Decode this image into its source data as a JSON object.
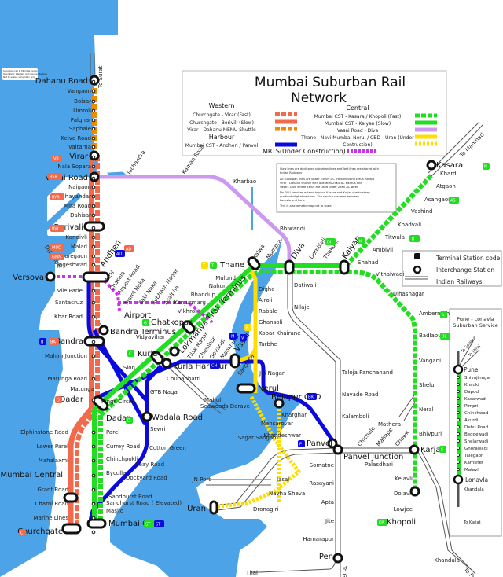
{
  "title": "Mumbai Suburban Rail Network",
  "colors": {
    "water": "#4da3e8",
    "western_fast": "#f26a4b",
    "western_slow": "#f26a4b",
    "virar_dahanu": "#f08a00",
    "harbour": "#0a0adf",
    "central": "#22dd22",
    "vasai_diva": "#cc99ee",
    "thane_nerul": "#ffdd00",
    "mrts": "#cc33ee",
    "railways": "#555555"
  },
  "legend": {
    "western_heading": "Western",
    "western": [
      {
        "label": "Churchgate - Virar (Fast)",
        "style": "dashed",
        "color": "#f26a4b"
      },
      {
        "label": "Churchgate - Borivili (Slow)",
        "style": "solid",
        "color": "#f26a4b"
      },
      {
        "label": "Virar - Dahanu MEMU Shuttle",
        "style": "dashed",
        "color": "#f08a00"
      }
    ],
    "harbour_heading": "Harbour",
    "harbour": [
      {
        "label": "Mumbai CST - Andheri / Panvel",
        "style": "solid",
        "color": "#0a0adf"
      }
    ],
    "central_heading": "Central",
    "central": [
      {
        "label": "Mumbai CST - Kasara / Khopoli (Fast)",
        "style": "dashed",
        "color": "#22dd22"
      },
      {
        "label": "Mumbai CST - Kalyan (Slow)",
        "style": "solid",
        "color": "#22dd22"
      },
      {
        "label": "Vasai Road - Diva",
        "style": "solid",
        "color": "#cc99ee"
      },
      {
        "label": "Thane - Navi Mumbai Nerul / CBD - Uran (Under",
        "style": "solid",
        "color": "#ffdd00"
      },
      {
        "label": "Contruction)",
        "style": "dotted",
        "color": "#ffdd00"
      }
    ],
    "mrts_label": "MRTS(Under Construction)"
  },
  "notes": {
    "line1": "Slow lines are dedicated suburban lines and fast lines are shared with",
    "line2": "Indian Railways",
    "line3": "All suburban lines are under 1500V DC traction using EMUs except",
    "line4": "Virar - Dahanu Shuttle with operates 25KV AC MEMUs and",
    "line5": "Vasai - Diva where EMUs are used under 25KV AC wires",
    "line6": "No EMU services extend beyond Kasara and Karjat due to steep",
    "line7": "gradient of ghat sections. The service resumes between",
    "line8": "Lonavla and Pune",
    "line9": "This is a schematic map not to scale"
  },
  "key": {
    "terminal": "Terminal Station code",
    "interchange": "Interchange Station",
    "railways": "Indian Railways"
  },
  "corner_note": {
    "l1": "Suburban rail in Mumbai region",
    "l2": "Operating: Western and Central Railway",
    "l3": "Not to scale - schematic only"
  },
  "directions": {
    "to_surat": "To Surat",
    "to_manmad": "To Manmad",
    "to_goa": "To Goa",
    "to_pune": "To Pune",
    "to_solapur": "To Solapur",
    "to_miraj": "To Miraj",
    "to_karjat": "To Karjat"
  },
  "stations": {
    "western": [
      "Dahanu Road",
      "Vangaon",
      "Boisar",
      "Umroli",
      "Palghar",
      "Saphale",
      "Kelve Road",
      "Vaitarna",
      "Virar",
      "Nala Sopara",
      "Vasai Road",
      "Naigaon",
      "Bhayandar",
      "Mira Road",
      "Dahisar",
      "Borivali",
      "Kandivli",
      "Malad",
      "Goregaon",
      "Jogeshwari",
      "Andheri",
      "Vile Parle",
      "Santacruz",
      "Khar Road",
      "Bandra",
      "Mahim Junction",
      "Matunga Road",
      "Dadar",
      "Elphinstone Road",
      "Lower Parel",
      "Mahalaxmi",
      "Mumbai Central",
      "Grant Road",
      "Charni Road",
      "Marine Lines",
      "Churchgate"
    ],
    "western_codes": {
      "Virar": "VR",
      "Vasai Road": "BSR",
      "Bhayandar": "BYR",
      "Borivali": "BVI",
      "Malad": "MDD",
      "Goregaon": "GMN",
      "Bandra": "BA",
      "Dadar": "D",
      "Churchgate": "C",
      "Andheri": "AD"
    },
    "central": [
      "Mumbai CST",
      "Masjid",
      "Sandhurst Road",
      "Byculla",
      "Chinchpokli",
      "Currey Road",
      "Parel",
      "Dadar",
      "Matunga",
      "Sion",
      "Kurla",
      "Vidyavihar",
      "Ghatkopar",
      "Vikhroli",
      "Kanjurmarg",
      "Bhandup",
      "Nahur",
      "Mulund",
      "Thane",
      "Kalwa",
      "Mumbra",
      "Diva",
      "Dombivli",
      "Thakurli",
      "Kalyan",
      "Shahad",
      "Ambivli",
      "Titwala",
      "Khadvali",
      "Vashind",
      "Asangaon",
      "Atgaon",
      "Khardi",
      "Kasara",
      "Vithalwadi",
      "Ulhasnagar",
      "Ambernath",
      "Badlapur",
      "Vangani",
      "Shelu",
      "Neral",
      "Bhivpuri",
      "Karjat",
      "Palasdhari",
      "Kelavli",
      "Dolavli",
      "Lowjee",
      "Khopoli"
    ],
    "central_codes": {
      "Mumbai CST": "ST",
      "Dadar": "D",
      "Kurla": "C",
      "Ghatkopar": "G",
      "Thane": "T",
      "Dombivli": "DI",
      "Kalyan": "K",
      "Titwala": "TI",
      "Asangaon": "AS",
      "Kasara": "N",
      "Ambernath": "A",
      "Badlapur": "BL",
      "Karjat": "S",
      "Khopoli": "KP"
    },
    "harbour": [
      "Andheri",
      "Vile Parle",
      "Santacruz",
      "Khar Road",
      "Bandra",
      "Mumbai CST",
      "Sandhurst Road ( Elevated)",
      "Dockyard Road",
      "Reay Road",
      "Cotton Green",
      "Sewri",
      "Wadala Road",
      "Kings Circle",
      "GTB Nagar",
      "Chunabhatti",
      "Kurla Harbour",
      "Tilak Nagar",
      "Chembur",
      "Govandi",
      "Mankhurd",
      "Vashi",
      "Sanpada",
      "Jui Nagar",
      "Nerul",
      "Seawoods Darave",
      "Belapur CBD",
      "Kharghar",
      "Mansarovar",
      "Khandeshwar",
      "Panvel"
    ],
    "harbour_codes": {
      "Mumbai CST": "ST",
      "Chembur": "CH",
      "Mankhurd": "M",
      "Vashi": "V",
      "Belapur CBD": "BR",
      "Panvel": "P",
      "Bandra": "B",
      "Kurla Harbour": "CH"
    },
    "trans_harbour": [
      "Thane",
      "Dighe",
      "Airoli",
      "Rabale",
      "Ghansoli",
      "Kopar Khairane",
      "Turbhe",
      "Sanpada"
    ],
    "trans_codes": {
      "Thane": "T",
      "Vashi": "R"
    },
    "vasai_diva": [
      "Vasai Road",
      "Juchandra",
      "Kaman Road",
      "Kharbao",
      "Bhiwandi",
      "Diva"
    ],
    "uran": [
      "Nerul",
      "Sagar Sangam",
      "Belapur CBD",
      "Jasai",
      "Navha Sheva",
      "Dronagiri",
      "Uran"
    ],
    "mrts": [
      "Versova",
      "DN Nagar",
      "Andheri",
      "WEH",
      "Chakala",
      "Airport Road",
      "Marol Naka",
      "Saki Naka",
      "Subhash Nagar",
      "Asalpha",
      "Ghatkopar"
    ],
    "railways_other": [
      "Datiwali",
      "Nilaje",
      "Taloja Panchanand",
      "Navade Road",
      "Kalamboli",
      "Panvel Junction",
      "Chichale",
      "Mahape",
      "Chowk",
      "Mathera",
      "Somatne",
      "Rasayani",
      "Apta",
      "Jite",
      "Hamarapur",
      "Pen",
      "Thal",
      "JN Port",
      "Mahul",
      "Lokmanya Tilak Terminus",
      "Bandra Terminus",
      "Airport"
    ],
    "pune": [
      "Pune",
      "Shivajinagar",
      "Khadki",
      "Dapodi",
      "Kasarwadi",
      "Pimpri",
      "Chinchwad",
      "Akurdi",
      "Dehu Road",
      "Begdewadi",
      "Shelarwadi",
      "Ghorawadi",
      "Talegaon",
      "Kamshet",
      "Malavli",
      "Lonavla",
      "Khandala"
    ]
  },
  "pune_box": {
    "title1": "Pune - Lonavla",
    "title2": "Suburban Service"
  }
}
